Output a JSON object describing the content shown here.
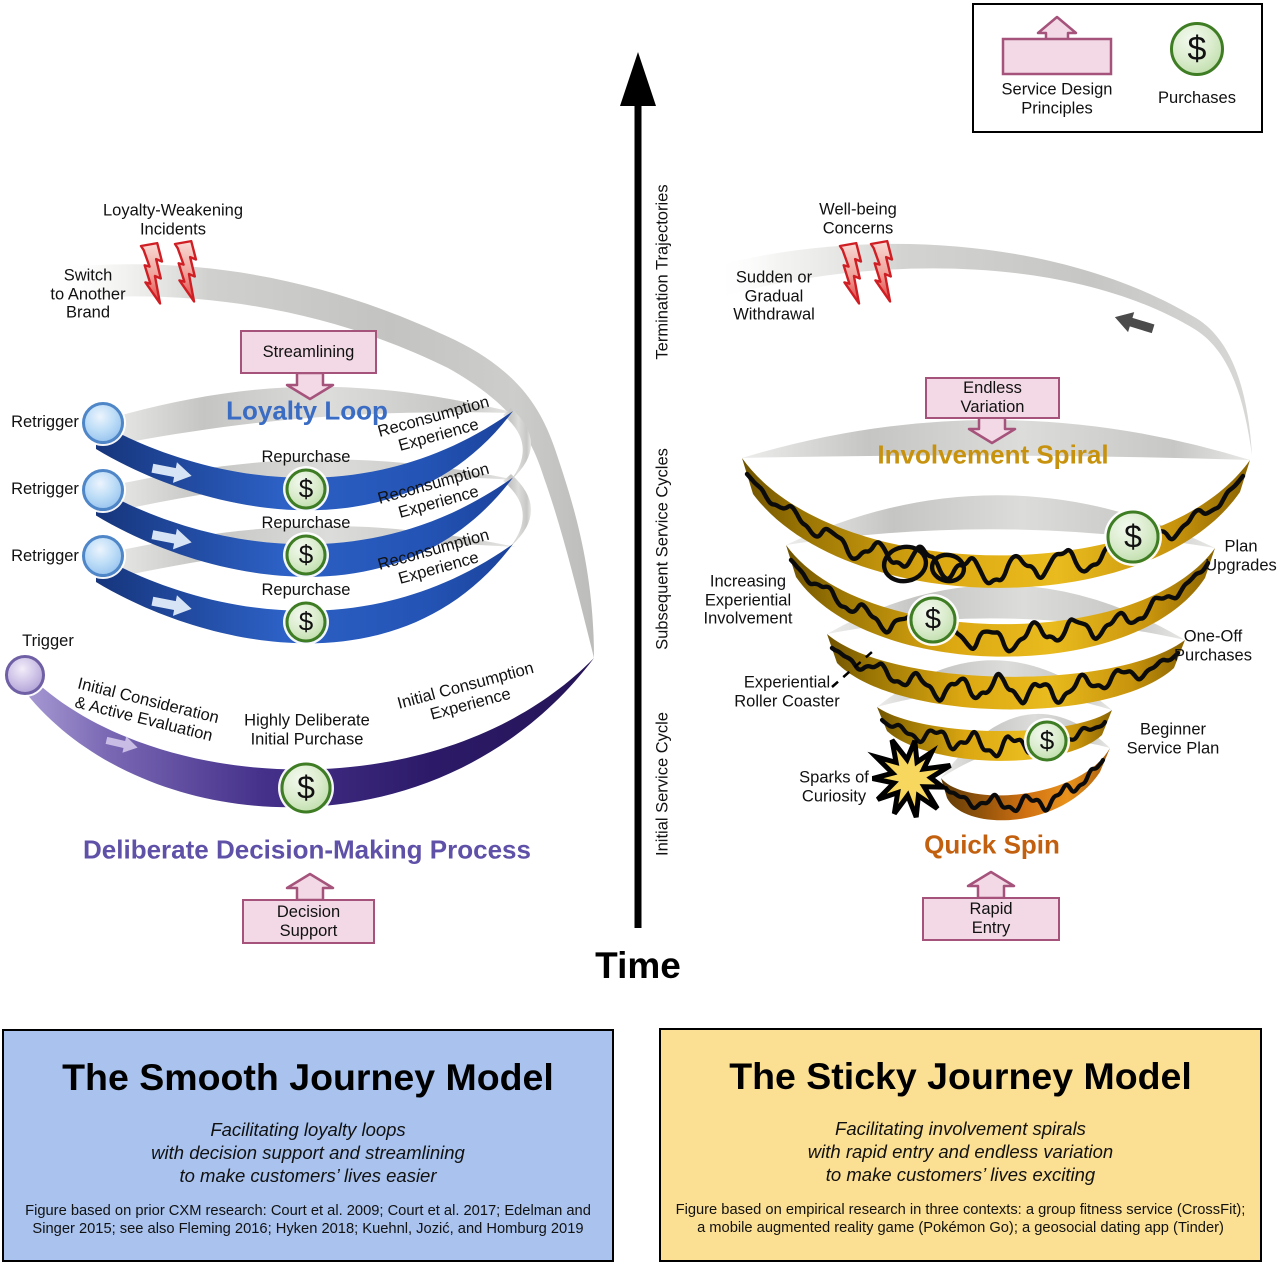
{
  "legend": {
    "service_design": "Service Design\nPrinciples",
    "purchases": "Purchases",
    "dollar": "$"
  },
  "axis": {
    "time": "Time",
    "initial": "Initial Service Cycle",
    "subsequent": "Subsequent Service Cycles",
    "termination": "Termination Trajectories"
  },
  "smooth": {
    "loyalty_weakening": "Loyalty-Weakening\nIncidents",
    "switch_brand": "Switch\nto Another\nBrand",
    "streamlining": "Streamlining",
    "loyalty_loop": "Loyalty Loop",
    "retrigger": "Retrigger",
    "repurchase": "Repurchase",
    "reconsumption": "Reconsumption\nExperience",
    "trigger": "Trigger",
    "initial_consideration": "Initial Consideration\n& Active Evaluation",
    "highly_deliberate": "Highly Deliberate\nInitial Purchase",
    "initial_consumption": "Initial Consumption\nExperience",
    "title": "Deliberate Decision-Making Process",
    "decision_support": "Decision\nSupport",
    "dollar": "$"
  },
  "sticky": {
    "wellbeing": "Well-being\nConcerns",
    "withdrawal": "Sudden or\nGradual\nWithdrawal",
    "endless_variation": "Endless\nVariation",
    "involvement_spiral": "Involvement Spiral",
    "plan_upgrades": "Plan\nUpgrades",
    "one_off": "One-Off\nPurchases",
    "increasing": "Increasing\nExperiential\nInvolvement",
    "roller_coaster": "Experiential\nRoller Coaster",
    "beginner": "Beginner\nService Plan",
    "sparks": "Sparks of\nCuriosity",
    "quick_spin": "Quick Spin",
    "rapid_entry": "Rapid\nEntry",
    "dollar": "$"
  },
  "summary_smooth": {
    "title": "The Smooth Journey Model",
    "subtitle": "Facilitating loyalty loops\nwith decision support and streamlining\nto make customers’ lives easier",
    "note": "Figure based on prior CXM research: Court et al. 2009; Court et al. 2017; Edelman and\nSinger 2015; see also Fleming 2016; Hyken 2018; Kuehnl, Jozić, and Homburg 2019"
  },
  "summary_sticky": {
    "title": "The Sticky Journey Model",
    "subtitle": "Facilitating involvement spirals\nwith rapid entry and endless variation\nto make customers’ lives exciting",
    "note": "Figure based on empirical research in three contexts: a group fitness service (CrossFit);\na mobile augmented reality game (Pokémon Go); a geosocial dating app (Tinder)"
  },
  "colors": {
    "loyalty_loop_blue": "#3a6cc4",
    "smooth_title_purple": "#5f51a8",
    "involvement_gold": "#c7920e",
    "quick_spin_orange": "#c2600f",
    "smooth_box_fill": "#a9c3ee",
    "sticky_box_fill": "#fbdf92",
    "callout_fill": "#f2d9e5",
    "callout_border": "#a6537c",
    "purchase_green_border": "#3e7d23"
  }
}
